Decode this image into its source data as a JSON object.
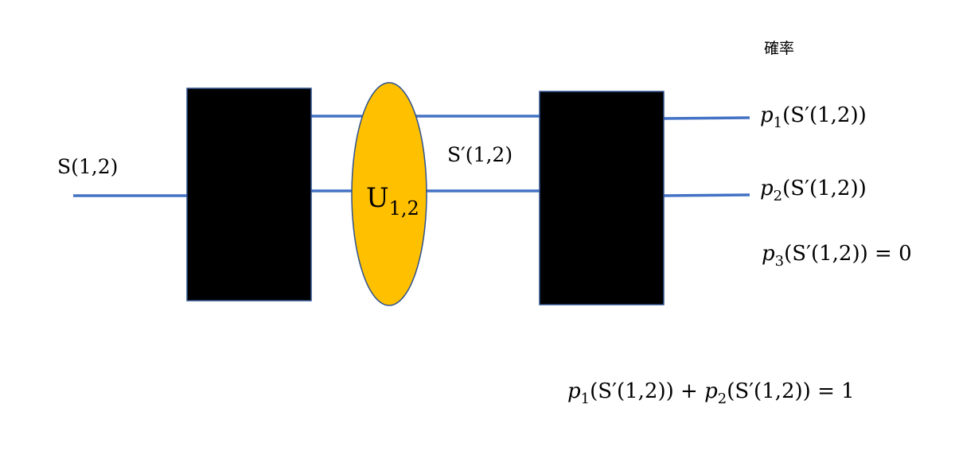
{
  "header": {
    "probability_label": "確率"
  },
  "input": {
    "state": "S(1,2)"
  },
  "operator": {
    "symbol": "U",
    "subscript": "1,2"
  },
  "middle": {
    "state": "S′(1,2)"
  },
  "outputs": [
    {
      "p": "p",
      "sub": "1",
      "arg": "(S′(1,2))",
      "suffix": ""
    },
    {
      "p": "p",
      "sub": "2",
      "arg": "(S′(1,2))",
      "suffix": ""
    },
    {
      "p": "p",
      "sub": "3",
      "arg": "(S′(1,2))",
      "suffix": " = 0"
    }
  ],
  "equation": {
    "t1": {
      "p": "p",
      "sub": "1",
      "arg": "(S′(1,2))"
    },
    "plus": " + ",
    "t2": {
      "p": "p",
      "sub": "2",
      "arg": "(S′(1,2))"
    },
    "result": " = 1"
  },
  "colors": {
    "wire": "#4472C4",
    "box": "#000000",
    "operator_fill": "#FFC000",
    "operator_stroke": "#2F528F"
  }
}
